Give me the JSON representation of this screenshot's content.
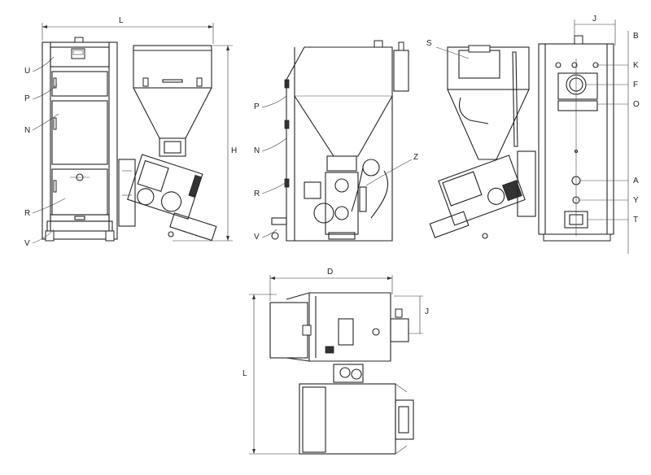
{
  "labels": {
    "front": {
      "U": "U",
      "P": "P",
      "N": "N",
      "R": "R",
      "V": "V"
    },
    "side": {
      "P": "P",
      "N": "N",
      "R": "R",
      "V": "V",
      "Z": "Z"
    },
    "rear": {
      "S": "S"
    },
    "connections": {
      "B": "B",
      "K": "K",
      "F": "F",
      "O": "O",
      "A": "A",
      "Y": "Y",
      "T": "T"
    }
  },
  "dimensions": {
    "front_width": "L",
    "front_height": "H",
    "rear_depth": "J",
    "top_width": "D",
    "top_offset": "J",
    "top_length": "L"
  },
  "colors": {
    "line": "#222222",
    "background": "#ffffff",
    "fill_dark": "#333333"
  }
}
